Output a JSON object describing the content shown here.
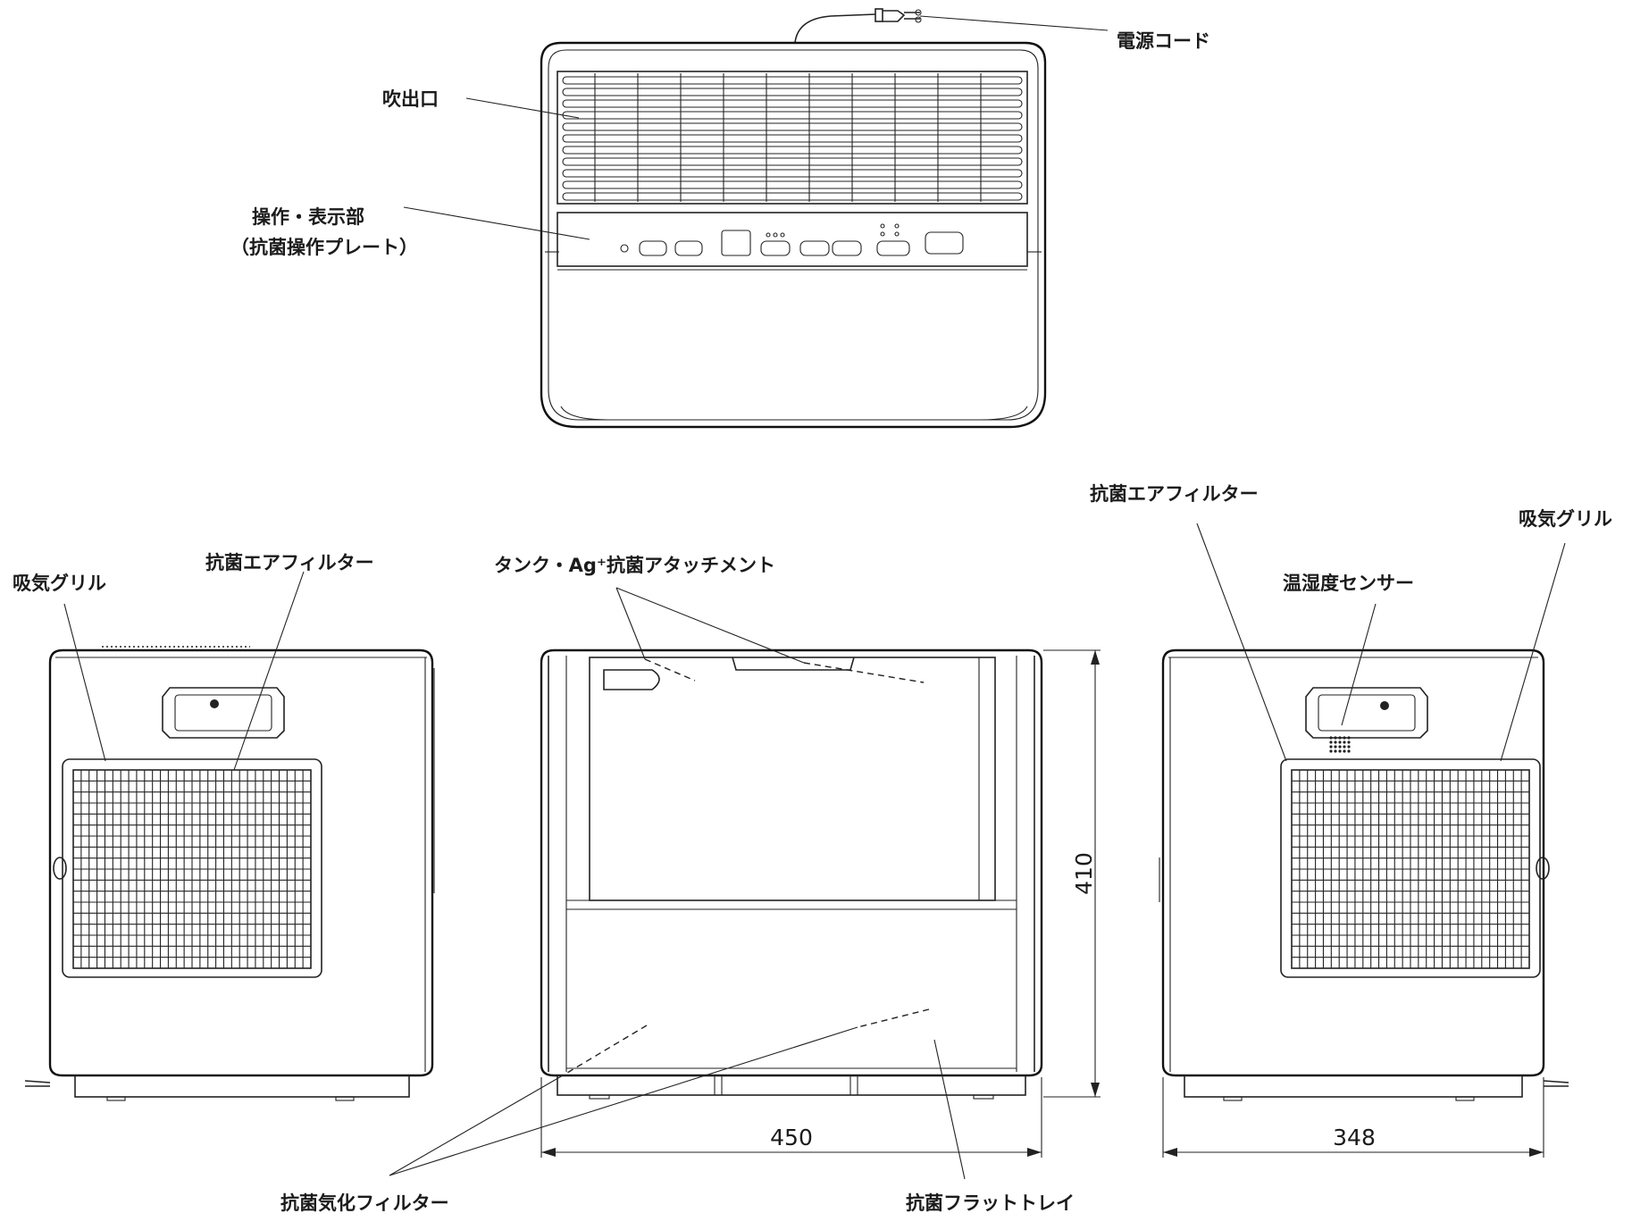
{
  "labels": {
    "power_cord": "電源コード",
    "outlet": "吹出口",
    "control_panel_line1": "操作・表示部",
    "control_panel_line2": "（抗菌操作プレート）",
    "intake_grille_left": "吸気グリル",
    "air_filter_left": "抗菌エアフィルター",
    "tank_attachment": "タンク・Ag⁺抗菌アタッチメント",
    "air_filter_right": "抗菌エアフィルター",
    "intake_grille_right": "吸気グリル",
    "humidity_sensor": "温湿度センサー",
    "vaporizing_filter": "抗菌気化フィルター",
    "flat_tray": "抗菌フラットトレイ"
  },
  "dimensions": {
    "height": "410",
    "width": "450",
    "depth": "348"
  }
}
